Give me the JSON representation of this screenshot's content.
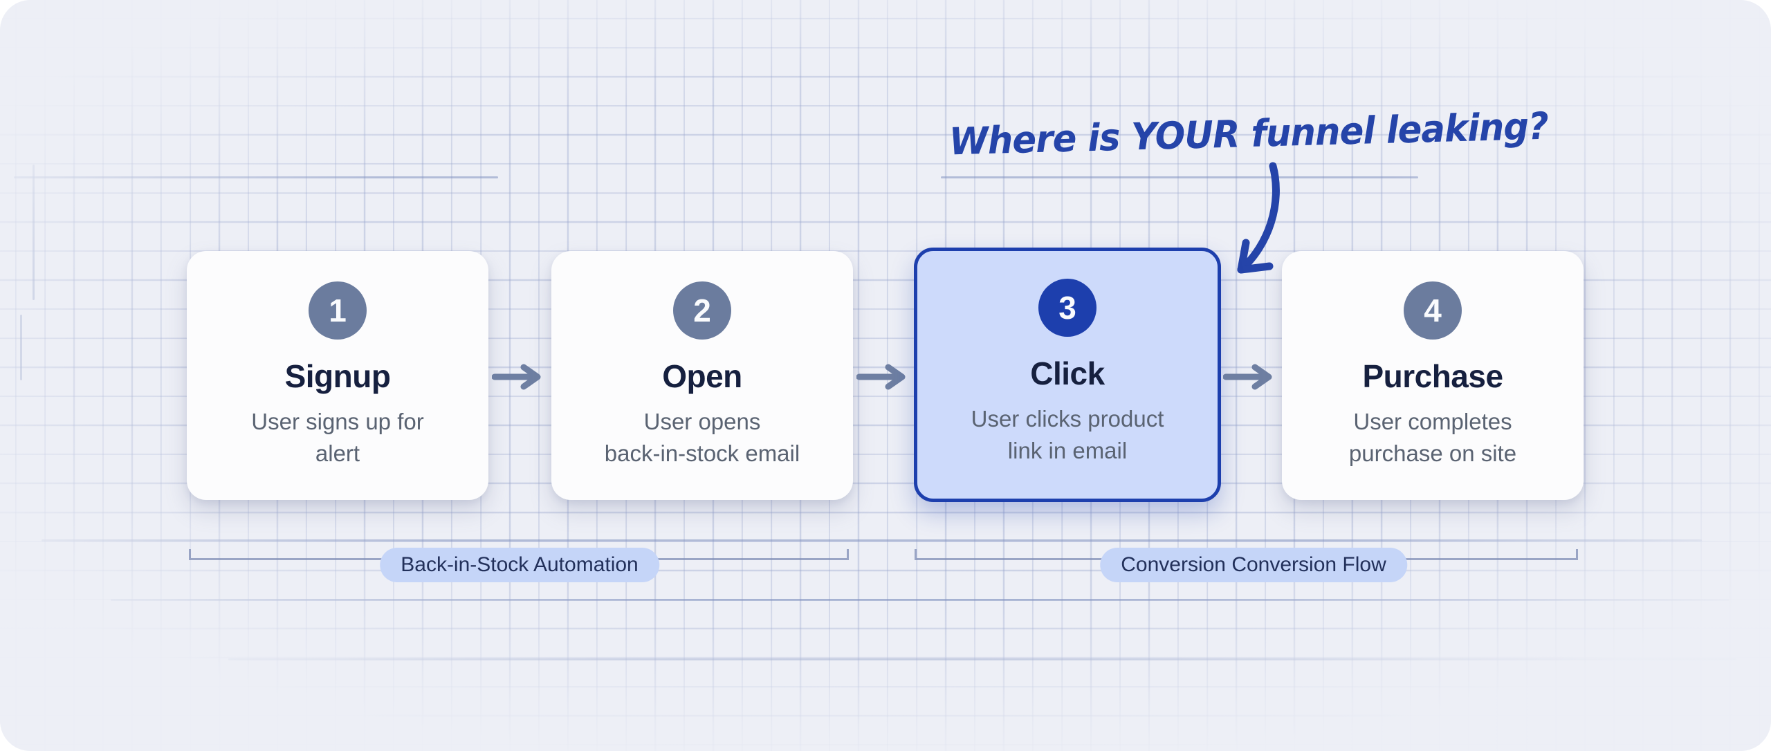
{
  "canvas": {
    "annotation": "Where is YOUR funnel leaking?"
  },
  "steps": [
    {
      "number": "1",
      "title": "Signup",
      "description": "User signs up for\nalert",
      "highlighted": false
    },
    {
      "number": "2",
      "title": "Open",
      "description": "User opens\nback-in-stock email",
      "highlighted": false
    },
    {
      "number": "3",
      "title": "Click",
      "description": "User clicks product\nlink in email",
      "highlighted": true
    },
    {
      "number": "4",
      "title": "Purchase",
      "description": "User completes\npurchase on site",
      "highlighted": false
    }
  ],
  "groups": [
    {
      "label": "Back-in-Stock Automation"
    },
    {
      "label": "Conversion Conversion Flow"
    }
  ],
  "colors": {
    "canvas_background": "#edeff6",
    "grid_line": "#97a4cc",
    "card_background": "#fcfcfd",
    "card_highlight_background": "#cddafb",
    "card_highlight_border": "#1d3fad",
    "badge_default": "#6b7c9e",
    "badge_highlight": "#1d3fad",
    "title_text": "#16203f",
    "description_text": "#5a6372",
    "flow_arrow": "#6e7fa2",
    "annotation_text": "#2544a9",
    "pill_background": "#c5d5f8",
    "pill_text": "#22305a"
  }
}
